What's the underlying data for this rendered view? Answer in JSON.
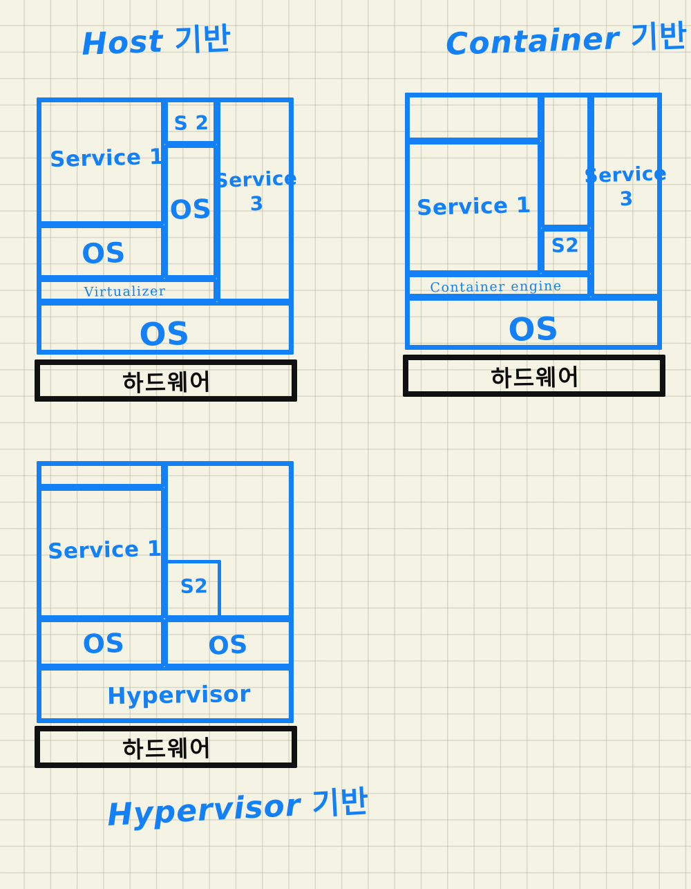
{
  "page": {
    "background_color": "#f5f3e4",
    "grid_color": "#afac96",
    "ink_color": "#1480f5",
    "hardware_color": "#111111"
  },
  "titles": {
    "host": {
      "latin": "Host",
      "korean": "기반",
      "full": "Host 기반"
    },
    "container": {
      "latin": "Container",
      "korean": "기반",
      "full": "Container 기반"
    },
    "hypervisor": {
      "latin": "Hypervisor",
      "korean": "기반",
      "full": "Hypervisor 기반"
    }
  },
  "diagrams": {
    "host": {
      "name": "Host 기반",
      "layers": {
        "service1": "Service 1",
        "s2": "S 2",
        "service3": "Service\n3",
        "os_left": "OS",
        "os_mid": "OS",
        "virtualizer": "Virtualizer",
        "os_base": "OS",
        "hardware": "하드웨어"
      }
    },
    "container": {
      "name": "Container 기반",
      "layers": {
        "service1": "Service 1",
        "s2": "S2",
        "service3": "Service\n3",
        "container_engine": "Container  engine",
        "os_base": "OS",
        "hardware": "하드웨어"
      }
    },
    "hypervisor": {
      "name": "Hypervisor 기반",
      "layers": {
        "service1": "Service 1",
        "s2": "S2",
        "os_left": "OS",
        "os_right": "OS",
        "hypervisor": "Hypervisor",
        "hardware": "하드웨어"
      }
    }
  }
}
